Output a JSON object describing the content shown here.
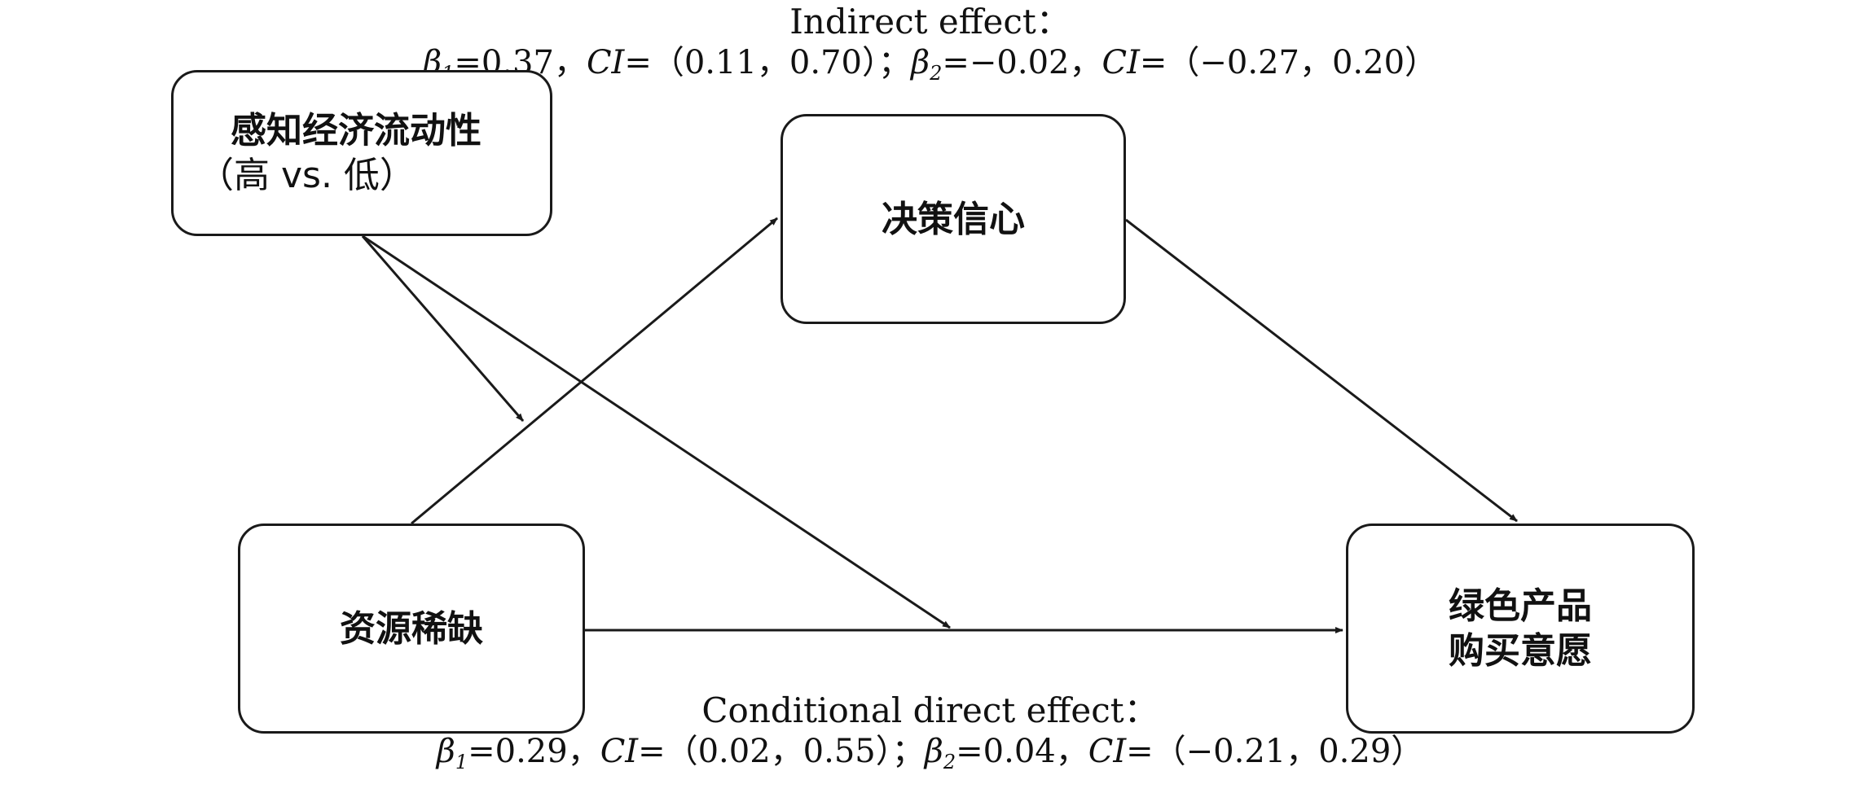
{
  "boxes": {
    "moderator": {
      "line1": "感知经济流动性",
      "line2": "（高 vs. 低）"
    },
    "mediator": {
      "label": "决策信心"
    },
    "independent": {
      "label": "资源稀缺"
    },
    "dependent": {
      "line1": "绿色产品",
      "line2": "购买意愿"
    }
  },
  "indirect_effect": {
    "heading": "Indirect effect：",
    "beta1_symbol": "β",
    "beta1_sub": "1",
    "beta1_value": "=0.37，",
    "ci1_symbol": "CI",
    "ci1_value": "=（0.11，0.70）；",
    "beta2_symbol": "β",
    "beta2_sub": "2",
    "beta2_value": "=−0.02，",
    "ci2_symbol": "CI",
    "ci2_value": "=（−0.27，0.20）"
  },
  "conditional_direct_effect": {
    "heading": "Conditional direct effect：",
    "beta1_symbol": "β",
    "beta1_sub": "1",
    "beta1_value": "=0.29，",
    "ci1_symbol": "CI",
    "ci1_value": "=（0.02，0.55）；",
    "beta2_symbol": "β",
    "beta2_sub": "2",
    "beta2_value": "=0.04，",
    "ci2_symbol": "CI",
    "ci2_value": "=（−0.21，0.29）"
  },
  "colors": {
    "line": "#1a1a1a",
    "text": "#111111",
    "background": "#ffffff"
  }
}
